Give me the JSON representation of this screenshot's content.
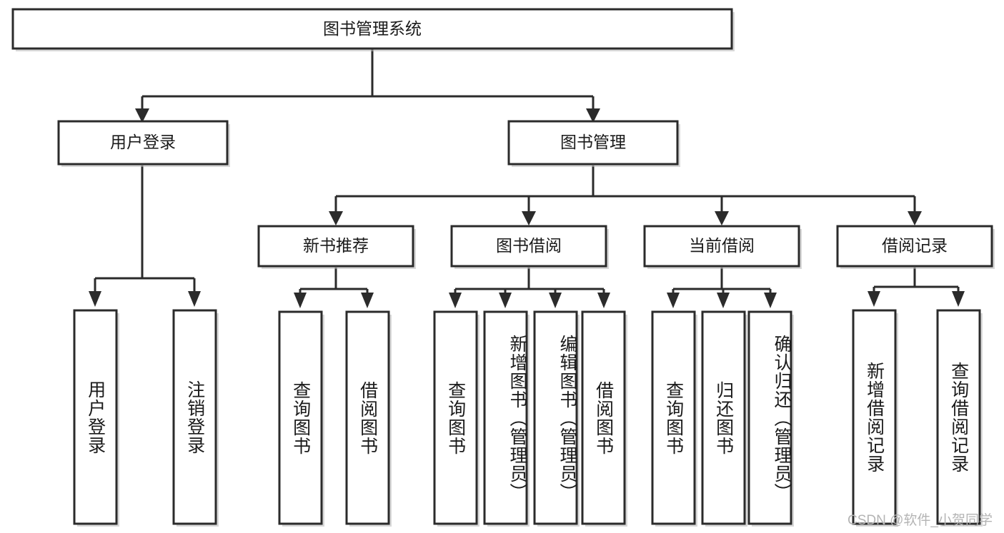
{
  "diagram": {
    "title": "图书管理系统",
    "type": "hierarchy-tree",
    "watermark": "CSDN @软件_小贺同学",
    "colors": {
      "box_fill": "#ffffff",
      "box_stroke": "#2b2b2b",
      "connector": "#2b2b2b",
      "watermark": "#b4b4b4",
      "page_background": "#ffffff"
    },
    "root": {
      "label": "图书管理系统"
    },
    "level2": [
      {
        "label": "用户登录"
      },
      {
        "label": "图书管理"
      }
    ],
    "level3": [
      {
        "label": "新书推荐"
      },
      {
        "label": "图书借阅"
      },
      {
        "label": "当前借阅"
      },
      {
        "label": "借阅记录"
      }
    ],
    "leaves": {
      "user_login": [
        {
          "label": "用户登录"
        },
        {
          "label": "注销登录"
        }
      ],
      "new_book_recommend": [
        {
          "label": "查询图书"
        },
        {
          "label": "借阅图书"
        }
      ],
      "book_borrow": [
        {
          "label": "查询图书"
        },
        {
          "label": "新增图书（管理员）"
        },
        {
          "label": "编辑图书（管理员）"
        },
        {
          "label": "借阅图书"
        }
      ],
      "current_borrow": [
        {
          "label": "查询图书"
        },
        {
          "label": "归还图书"
        },
        {
          "label": "确认归还（管理员）"
        }
      ],
      "borrow_record": [
        {
          "label": "新增借阅记录"
        },
        {
          "label": "查询借阅记录"
        }
      ]
    }
  }
}
